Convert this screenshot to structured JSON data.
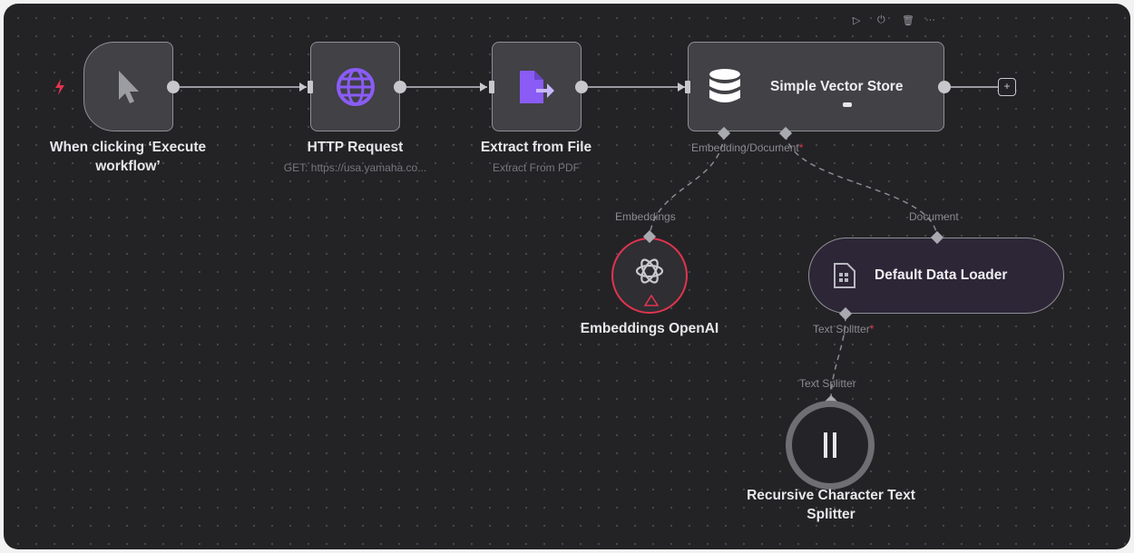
{
  "toolbar": {
    "play": "▷",
    "power": "⏻",
    "trash": "🗑",
    "more": "···"
  },
  "nodes": {
    "trigger": {
      "label": "When clicking ‘Execute workflow’"
    },
    "http": {
      "label": "HTTP Request",
      "subtitle": "GET: https://usa.yamaha.co..."
    },
    "extract": {
      "label": "Extract from File",
      "subtitle": "Extract From PDF"
    },
    "store": {
      "label": "Simple Vector Store",
      "port_labels": {
        "bottom": "Embedding",
        "bottom2": "Document",
        "required": "*"
      }
    },
    "embeddings": {
      "label": "Embeddings OpenAI",
      "port_top": "Embeddings"
    },
    "loader": {
      "label": "Default Data Loader",
      "port_top": "Document",
      "port_bottom": "Text Splitter",
      "required": "*"
    },
    "splitter": {
      "label": "Recursive Character Text Splitter",
      "port_top": "Text Splitter"
    }
  },
  "colors": {
    "canvas": "#232326",
    "node": "#414146",
    "accent": "#8a5cf5",
    "error": "#e0344e",
    "wire": "#9a9aa0"
  },
  "add_button": "+"
}
